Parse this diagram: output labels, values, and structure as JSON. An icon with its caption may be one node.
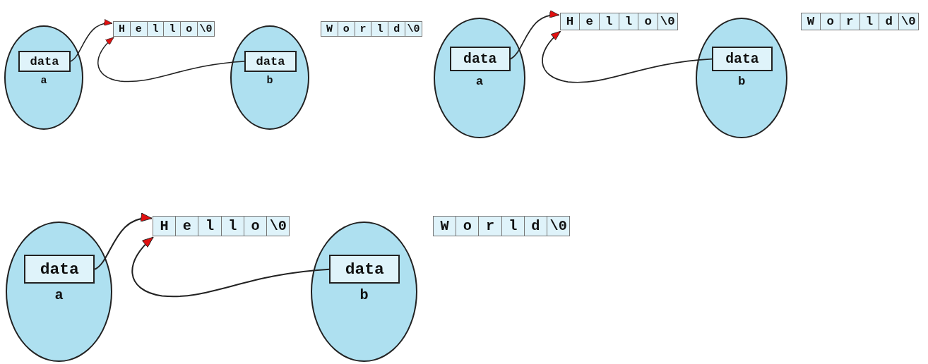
{
  "diagram": {
    "nodes": [
      {
        "text": [
          "a"
        ]
      },
      {
        "text": [
          "data"
        ],
        "in": 0
      },
      {
        "text": [
          "H",
          "e",
          "l",
          "l",
          "o",
          "\\0"
        ]
      },
      {
        "text": [
          "b"
        ]
      },
      {
        "text": [
          "data"
        ],
        "in": 3
      },
      {
        "text": [
          "W",
          "o",
          "r",
          "l",
          "d",
          "\\0"
        ]
      },
      {
        "text": [
          "a"
        ]
      },
      {
        "text": [
          "data"
        ],
        "in": 6
      },
      {
        "text": [
          "H",
          "e",
          "l",
          "l",
          "o",
          "\\0"
        ]
      },
      {
        "text": [
          "b"
        ]
      },
      {
        "text": [
          "data"
        ],
        "in": 9
      },
      {
        "text": [
          "W",
          "o",
          "r",
          "l",
          "d",
          "\\0"
        ]
      },
      {
        "text": [
          "a"
        ]
      },
      {
        "text": [
          "data"
        ],
        "in": 12
      },
      {
        "text": [
          "H",
          "e",
          "l",
          "l",
          "o",
          "\\0"
        ]
      },
      {
        "text": [
          "b"
        ]
      },
      {
        "text": [
          "data"
        ],
        "in": 15
      },
      {
        "text": [
          "W",
          "o",
          "r",
          "l",
          "d",
          "\\0"
        ]
      }
    ],
    "edges": [
      {
        "from": 1,
        "to": 2,
        "arrow": "to"
      },
      {
        "from": 4,
        "to": 2,
        "arrow": "to"
      },
      {
        "from": 7,
        "to": 8,
        "arrow": "to"
      },
      {
        "from": 10,
        "to": 8,
        "arrow": "to"
      },
      {
        "from": 13,
        "to": 14,
        "arrow": "to"
      },
      {
        "from": 16,
        "to": 14,
        "arrow": "to"
      }
    ]
  }
}
